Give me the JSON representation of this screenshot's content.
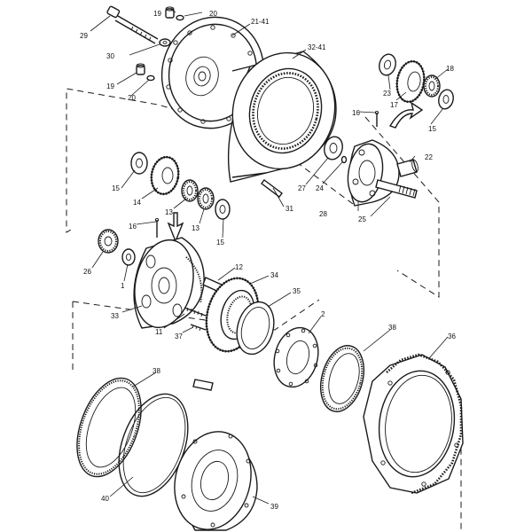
{
  "callouts": {
    "c1": "1",
    "c2": "2",
    "c11": "11",
    "c12": "12",
    "c13a": "13",
    "c13b": "13",
    "c14": "14",
    "c15a": "15",
    "c15b": "15",
    "c15c": "15",
    "c16a": "16",
    "c16b": "16",
    "c17": "17",
    "c18": "18",
    "c19a": "19",
    "c19b": "19",
    "c20a": "20",
    "c20b": "20",
    "c21": "21-41",
    "c22": "22",
    "c23": "23",
    "c24": "24",
    "c25": "25",
    "c26": "26",
    "c27": "27",
    "c28": "28",
    "c29": "29",
    "c30": "30",
    "c31": "31",
    "c32": "32-41",
    "c33": "33",
    "c34": "34",
    "c35": "35",
    "c36": "36",
    "c37": "37",
    "c38a": "38",
    "c38b": "38",
    "c39": "39",
    "c40": "40"
  }
}
